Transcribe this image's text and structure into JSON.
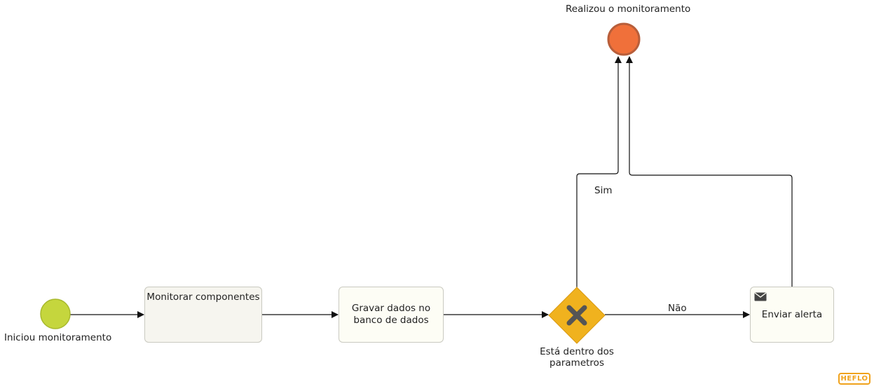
{
  "events": {
    "start_label": "Iniciou monitoramento",
    "end_label": "Realizou o monitoramento"
  },
  "tasks": {
    "monitor": "Monitorar componentes",
    "save_line1": "Gravar dados no",
    "save_line2": "banco de dados",
    "alert": "Enviar alerta"
  },
  "gateway": {
    "label_line1": "Está dentro dos",
    "label_line2": "parametros"
  },
  "flows": {
    "yes": "Sim",
    "no": "Não"
  },
  "logo": "HEFLO",
  "colors": {
    "start": "#c5d63d",
    "end": "#f0703a",
    "gateway": "#f0b21e",
    "logo": "#f0a21c"
  }
}
